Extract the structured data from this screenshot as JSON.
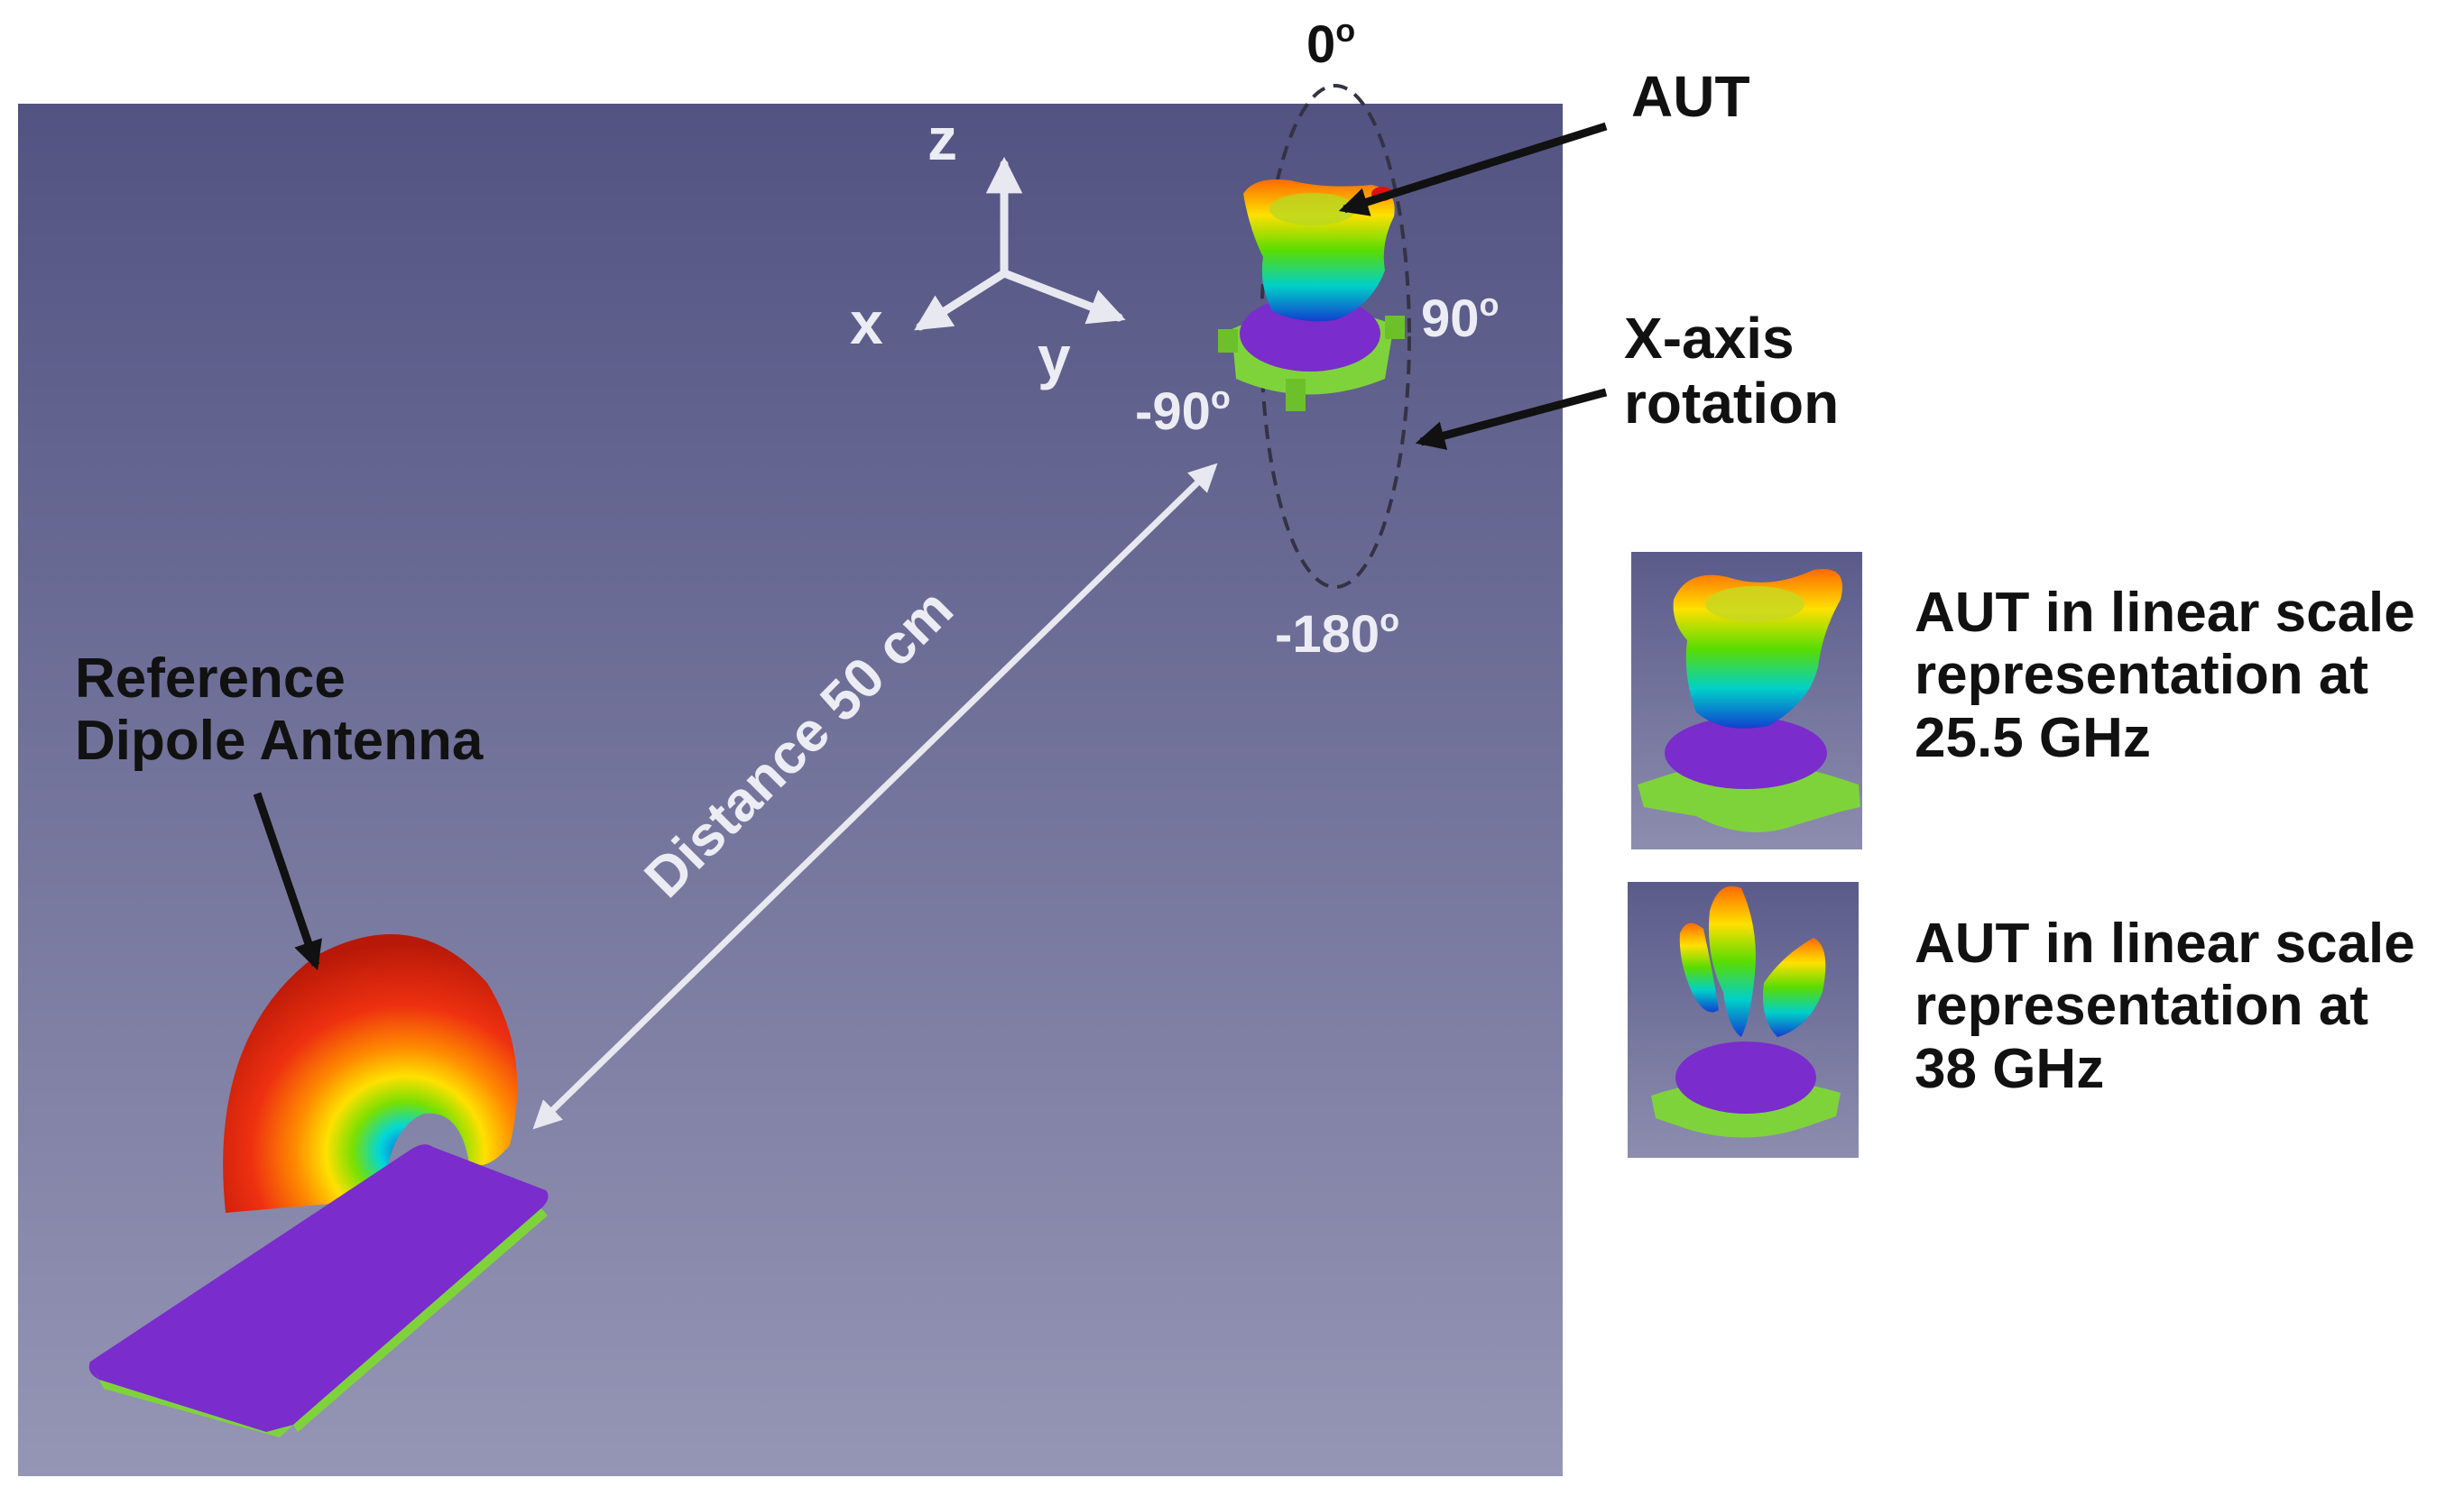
{
  "axes": {
    "z": "z",
    "x": "x",
    "y": "y"
  },
  "angles": {
    "top": "0",
    "right": "90",
    "left": "-90",
    "bottom": "-180",
    "degree_mark": "o"
  },
  "labels": {
    "aut": "AUT",
    "rotation_line1": "X-axis",
    "rotation_line2": "rotation",
    "reference_line1": "Reference",
    "reference_line2": "Dipole Antenna",
    "distance": "Distance 50 cm"
  },
  "insets": [
    {
      "line1": "AUT in linear scale",
      "line2": "representation at",
      "line3": "25.5 GHz"
    },
    {
      "line1": "AUT in linear scale",
      "line2": "representation at",
      "line3": "38 GHz"
    }
  ],
  "colors": {
    "background_top": "#525382",
    "background_bottom": "#9595b5",
    "device": "#7a2ccc",
    "holder": "#7fd33a",
    "arrow_light": "#e8e8f0",
    "arrow_dark": "#111111"
  },
  "icons": [
    "xyz-axes-icon",
    "radiation-pattern-icon",
    "dipole-pattern-icon",
    "phone-board-icon",
    "rotation-path-icon"
  ]
}
